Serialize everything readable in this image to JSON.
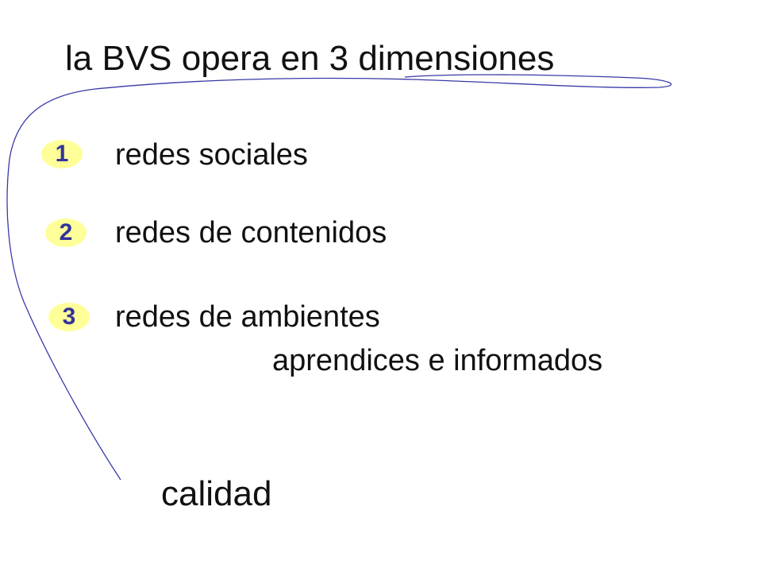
{
  "slide": {
    "title": "la BVS opera en 3 dimensiones",
    "items": [
      {
        "number": "1",
        "label": "redes sociales"
      },
      {
        "number": "2",
        "label": "redes de contenidos"
      },
      {
        "number": "3",
        "label": "redes de ambientes",
        "sublabel": "aprendices e informados"
      }
    ],
    "footer": "calidad"
  },
  "colors": {
    "badge_fill": "#FFFF99",
    "badge_text": "#333399",
    "annotation_stroke": "#3A3AA8"
  }
}
